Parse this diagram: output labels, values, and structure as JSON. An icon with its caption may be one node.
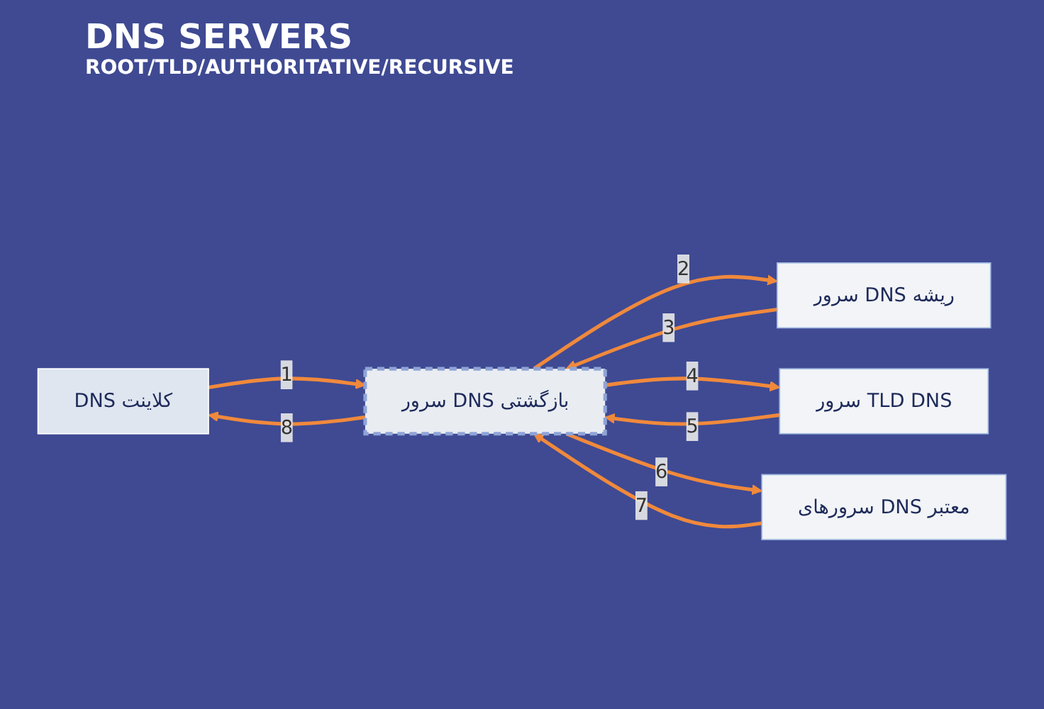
{
  "diagram": {
    "title": "DNS SERVERS",
    "nodes": [
      {
        "text": [
          "DNS کلاینت"
        ]
      },
      {
        "text": [
          "سرور DNS بازگشتی"
        ]
      },
      {
        "text": [
          "سرور DNS ریشه"
        ]
      },
      {
        "text": [
          "سرور TLD DNS"
        ]
      },
      {
        "text": [
          "سرورهای DNS معتبر"
        ]
      }
    ],
    "edges": [
      {
        "from": 0,
        "to": 1,
        "arrow": "to",
        "label": "1"
      },
      {
        "from": 1,
        "to": 0,
        "arrow": "to",
        "label": "8"
      },
      {
        "from": 1,
        "to": 2,
        "arrow": "to",
        "label": "2"
      },
      {
        "from": 2,
        "to": 1,
        "arrow": "to",
        "label": "3"
      },
      {
        "from": 1,
        "to": 3,
        "arrow": "to",
        "label": "4"
      },
      {
        "from": 3,
        "to": 1,
        "arrow": "to",
        "label": "5"
      },
      {
        "from": 1,
        "to": 4,
        "arrow": "to",
        "label": "6"
      },
      {
        "from": 4,
        "to": 1,
        "arrow": "to",
        "label": "7"
      }
    ],
    "labels": [
      "ROOT/TLD/AUTHORITATIVE/RECURSIVE"
    ]
  }
}
